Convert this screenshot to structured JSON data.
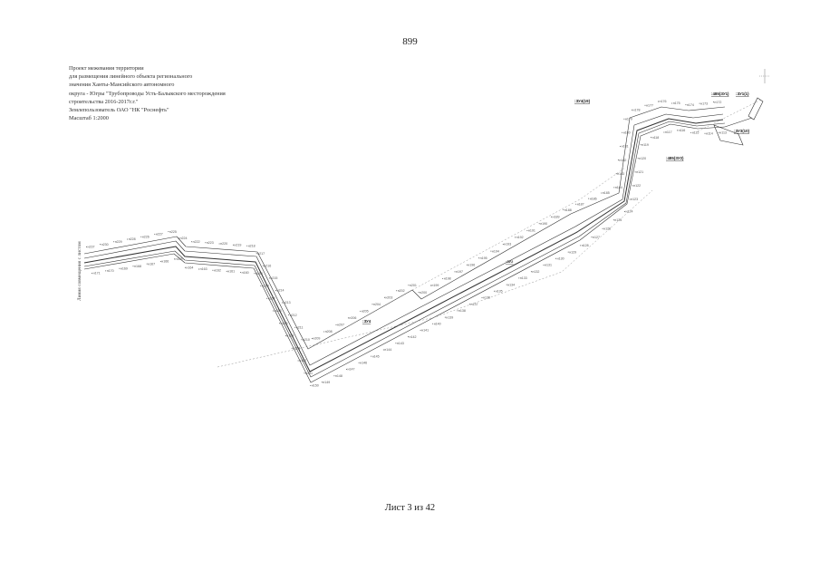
{
  "page": {
    "number": "899",
    "footer": "Лист 3 из 42"
  },
  "header": {
    "lines": [
      "Проект межевания территории",
      "для размещения линейного объекта регионального",
      "значения Ханты-Мансийского автономного",
      "округа - Югры \"Трубопроводы Усть-Балыкского месторождения",
      "строительства 2016-2017г.г.\"",
      "Землепользователь ОАО \"НК \"Роснефть\"",
      "Масштаб 1:2000"
    ]
  },
  "side_label": "Линия совмещения с листом",
  "map": {
    "tags": [
      ":ЗУ4(19)",
      ":485(ЗУ1)",
      ":ЗУ1(1)",
      ":ЗУ3(10)",
      ":485(ЗУ2)",
      ":ЗУ4",
      ":ЗУ2"
    ],
    "point_labels": [
      "н237",
      "н230",
      "н229",
      "н228",
      "н226",
      "н227",
      "н225",
      "н224",
      "н222",
      "н223",
      "н220",
      "н219",
      "н218",
      "н217",
      "н216",
      "н215",
      "н214",
      "н213",
      "н212",
      "н211",
      "н210",
      "н209",
      "н208",
      "н207",
      "н206",
      "н205",
      "н204",
      "н203",
      "н202",
      "н201",
      "н200",
      "н199",
      "н198",
      "н197",
      "н196",
      "н195",
      "н194",
      "н193",
      "н192",
      "н191",
      "н190",
      "н189",
      "н188",
      "н187",
      "н186",
      "н185",
      "н184",
      "н183",
      "н182",
      "н181",
      "н180",
      "н179",
      "н178",
      "н177",
      "н176",
      "н175",
      "н174",
      "н173",
      "н172",
      "н171",
      "н170",
      "н169",
      "н168",
      "н167",
      "н166",
      "н165",
      "н164",
      "н163",
      "н162",
      "н161",
      "н160",
      "н159",
      "н158",
      "н157",
      "н156",
      "н155",
      "н154",
      "н153",
      "н152",
      "н151",
      "н150",
      "н149",
      "н148",
      "н147",
      "н146",
      "н145",
      "н144",
      "н143",
      "н142",
      "н141",
      "н140",
      "н139",
      "н138",
      "н137",
      "н136",
      "н135",
      "н134",
      "н133",
      "н132",
      "н131",
      "н130",
      "н129",
      "н128",
      "н127",
      "н126",
      "н125",
      "н124",
      "н123",
      "н122",
      "н121",
      "н120",
      "н119",
      "н118",
      "н117",
      "н116",
      "н115",
      "н114",
      "н113"
    ]
  }
}
